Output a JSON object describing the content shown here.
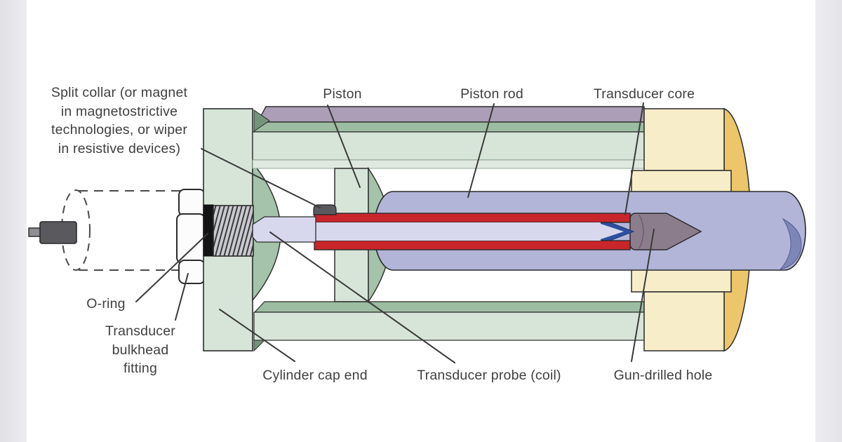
{
  "colors": {
    "background_band": "#ededf0",
    "canvas": "#ffffff",
    "green_light": "#d7e5d8",
    "green_crescent": "#a4c3aa",
    "green_strip_dark": "#9cbda2",
    "purple_strip": "#ab9eb6",
    "rod_lavender": "#b2b5d8",
    "rod_end_shade": "#7e85b7",
    "probe_pale": "#d7d8ee",
    "coil_red": "#c9262c",
    "core_blue": "#2d4f9e",
    "hole_plum": "#8c7d8c",
    "head_tan": "#f7edc8",
    "head_orange": "#edc66c",
    "metal_dark": "#5a5a5e",
    "o_ring_black": "#141414",
    "outline": "#2b2b2b",
    "label_text": "#3f3f3f"
  },
  "labels": {
    "split_collar": {
      "lines": [
        "Split collar (or magnet",
        "in magnetostrictive",
        "technologies, or wiper",
        "in resistive devices)"
      ]
    },
    "piston": "Piston",
    "piston_rod": "Piston rod",
    "transducer_core": "Transducer core",
    "o_ring": "O-ring",
    "bulkhead": {
      "lines": [
        "Transducer",
        "bulkhead",
        "fitting"
      ]
    },
    "cylinder_cap_end": "Cylinder cap end",
    "transducer_probe": "Transducer probe (coil)",
    "gun_drilled_hole": "Gun-drilled hole"
  }
}
